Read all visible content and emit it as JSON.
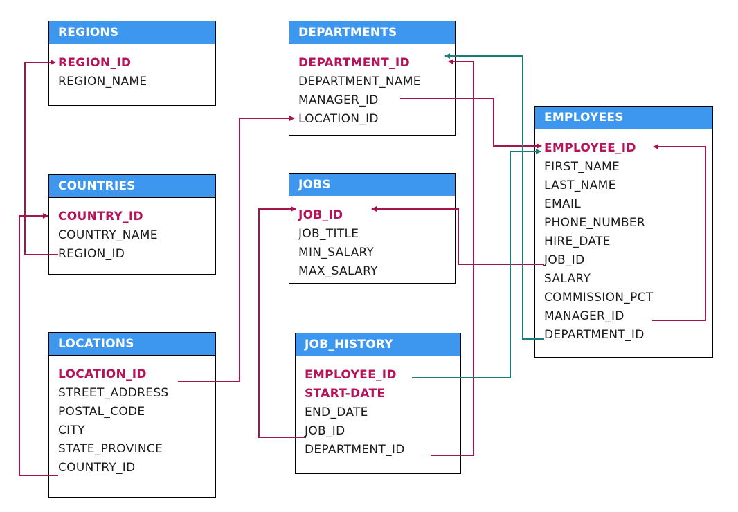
{
  "colors": {
    "header_bg": "#3d97ee",
    "primary_key_text": "#b5145a",
    "foreign_key_connector": "#a3154e",
    "department_connector": "#1a7d7a"
  },
  "tables": {
    "regions": {
      "title": "REGIONS",
      "fields": [
        "REGION_ID",
        "REGION_NAME"
      ],
      "primary_keys": [
        "REGION_ID"
      ]
    },
    "countries": {
      "title": "COUNTRIES",
      "fields": [
        "COUNTRY_ID",
        "COUNTRY_NAME",
        "REGION_ID"
      ],
      "primary_keys": [
        "COUNTRY_ID"
      ]
    },
    "locations": {
      "title": "LOCATIONS",
      "fields": [
        "LOCATION_ID",
        "STREET_ADDRESS",
        "POSTAL_CODE",
        "CITY",
        "STATE_PROVINCE",
        "COUNTRY_ID"
      ],
      "primary_keys": [
        "LOCATION_ID"
      ]
    },
    "departments": {
      "title": "DEPARTMENTS",
      "fields": [
        "DEPARTMENT_ID",
        "DEPARTMENT_NAME",
        "MANAGER_ID",
        "LOCATION_ID"
      ],
      "primary_keys": [
        "DEPARTMENT_ID"
      ]
    },
    "jobs": {
      "title": "JOBS",
      "fields": [
        "JOB_ID",
        "JOB_TITLE",
        "MIN_SALARY",
        "MAX_SALARY"
      ],
      "primary_keys": [
        "JOB_ID"
      ]
    },
    "job_history": {
      "title": "JOB_HISTORY",
      "fields": [
        "EMPLOYEE_ID",
        "START-DATE",
        "END_DATE",
        "JOB_ID",
        "DEPARTMENT_ID"
      ],
      "primary_keys": [
        "EMPLOYEE_ID",
        "START-DATE"
      ]
    },
    "employees": {
      "title": "EMPLOYEES",
      "fields": [
        "EMPLOYEE_ID",
        "FIRST_NAME",
        "LAST_NAME",
        "EMAIL",
        "PHONE_NUMBER",
        "HIRE_DATE",
        "JOB_ID",
        "SALARY",
        "COMMISSION_PCT",
        "MANAGER_ID",
        "DEPARTMENT_ID"
      ],
      "primary_keys": [
        "EMPLOYEE_ID"
      ]
    }
  },
  "relationships": [
    {
      "from": "countries.REGION_ID",
      "to": "regions.REGION_ID",
      "color": "fk"
    },
    {
      "from": "locations.COUNTRY_ID",
      "to": "countries.COUNTRY_ID",
      "color": "fk"
    },
    {
      "from": "locations.LOCATION_ID",
      "to": "departments.LOCATION_ID",
      "color": "fk"
    },
    {
      "from": "departments.MANAGER_ID",
      "to": "employees.EMPLOYEE_ID",
      "color": "fk"
    },
    {
      "from": "job_history.DEPARTMENT_ID",
      "to": "departments.DEPARTMENT_ID",
      "color": "fk"
    },
    {
      "from": "employees.DEPARTMENT_ID",
      "to": "departments.DEPARTMENT_ID",
      "color": "dept"
    },
    {
      "from": "job_history.JOB_ID",
      "to": "jobs.JOB_ID",
      "color": "fk"
    },
    {
      "from": "employees.JOB_ID",
      "to": "jobs.JOB_ID",
      "color": "fk"
    },
    {
      "from": "employees.MANAGER_ID",
      "to": "employees.EMPLOYEE_ID",
      "color": "fk"
    },
    {
      "from": "job_history.EMPLOYEE_ID",
      "to": "employees.EMPLOYEE_ID",
      "color": "dept"
    }
  ]
}
